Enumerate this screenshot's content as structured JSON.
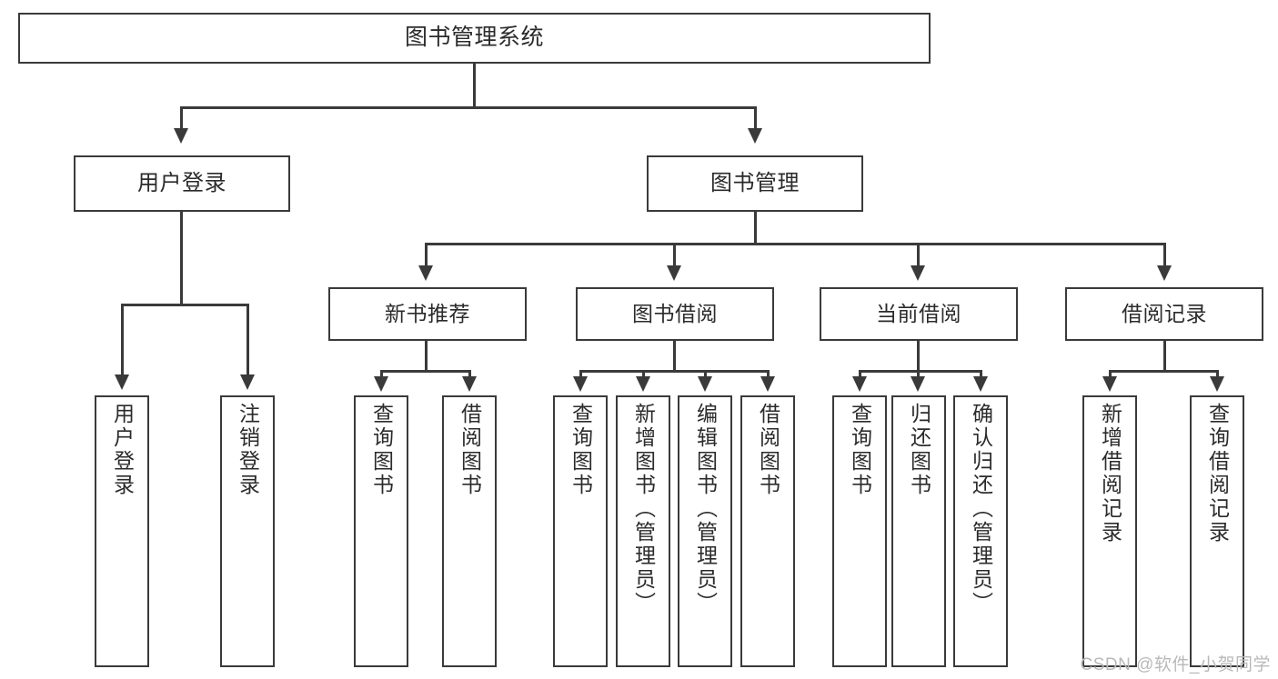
{
  "diagram": {
    "title": "图书管理系统",
    "watermark": "CSDN @软件_小贺同学",
    "line_color": "#3a3a3a",
    "box_fill": "#ffffff",
    "text_color": "#2b2b2b",
    "watermark_color": "#b9b9b9",
    "root": {
      "label": "图书管理系统"
    },
    "level2": [
      {
        "label": "用户登录"
      },
      {
        "label": "图书管理"
      }
    ],
    "level3": [
      {
        "label": "新书推荐"
      },
      {
        "label": "图书借阅"
      },
      {
        "label": "当前借阅"
      },
      {
        "label": "借阅记录"
      }
    ],
    "leaves": {
      "user_login": [
        {
          "label": "用户登录"
        },
        {
          "label": "注销登录"
        }
      ],
      "new_book_recommend": [
        {
          "label": "查询图书"
        },
        {
          "label": "借阅图书"
        }
      ],
      "book_borrow": [
        {
          "label": "查询图书"
        },
        {
          "label": "新增图书（管理员）"
        },
        {
          "label": "编辑图书（管理员）"
        },
        {
          "label": "借阅图书"
        }
      ],
      "current_borrow": [
        {
          "label": "查询图书"
        },
        {
          "label": "归还图书"
        },
        {
          "label": "确认归还（管理员）"
        }
      ],
      "borrow_record": [
        {
          "label": "新增借阅记录"
        },
        {
          "label": "查询借阅记录"
        }
      ]
    }
  }
}
